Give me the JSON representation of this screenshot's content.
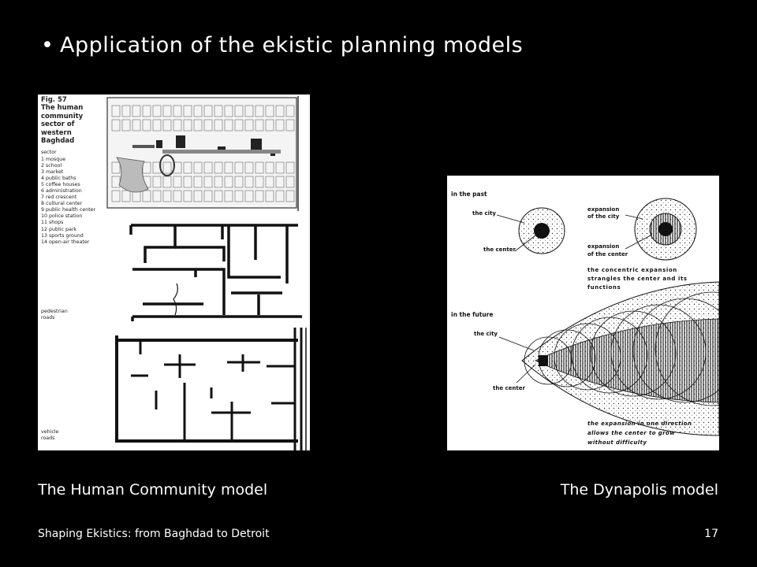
{
  "slide": {
    "bullet": "•",
    "title": "Application of the ekistic planning models",
    "left_caption": "The Human Community model",
    "right_caption": "The Dynapolis model",
    "footer_text": "Shaping Ekistics: from Baghdad to Detroit",
    "page_number": "17"
  },
  "human_community_figure": {
    "fig_no": "Fig. 57",
    "title_lines": [
      "The human",
      "community",
      "sector of",
      "western",
      "Baghdad"
    ],
    "legend_heading": "sector",
    "legend_items": [
      "1 mosque",
      "2 school",
      "3 market",
      "4 public baths",
      "5 coffee houses",
      "6 administration",
      "7 red crescent",
      "8 cultural center",
      "9 public health center",
      "10 police station",
      "11 shops",
      "12 public park",
      "13 sports ground",
      "14 open-air theater"
    ],
    "pedestrian_label": [
      "pedestrian",
      "roads"
    ],
    "vehicle_label": [
      "vehicle",
      "roads"
    ]
  },
  "dynapolis_figure": {
    "past_heading": "in the past",
    "past_city": "the city",
    "past_center": "the center",
    "expansion_city": [
      "expansion",
      "of the city"
    ],
    "expansion_center": [
      "expansion",
      "of the center"
    ],
    "concentric_note": [
      "the concentric expansion",
      "strangles the center and its",
      "functions"
    ],
    "future_heading": "in the future",
    "future_city": "the city",
    "future_center": "the center",
    "future_note": [
      "the expansion in one direction",
      "allows the center to grow",
      "without difficulty"
    ]
  }
}
